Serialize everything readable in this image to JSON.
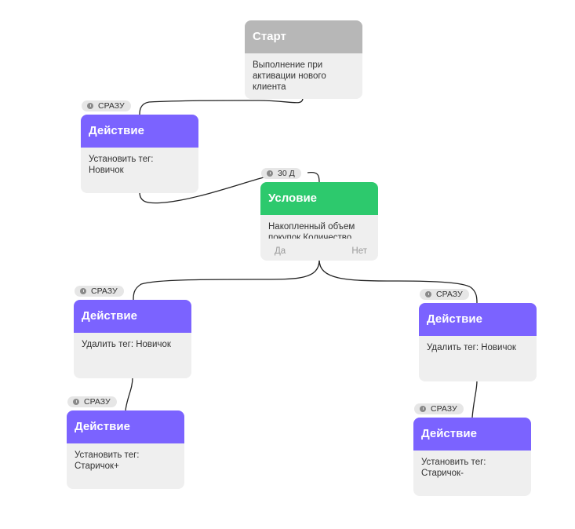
{
  "nodes": {
    "start": {
      "title": "Старт",
      "text": "Выполнение при активации нового клиента"
    },
    "action1": {
      "delay": "СРАЗУ",
      "title": "Действие",
      "text": "Установить тег: Новичок"
    },
    "condition": {
      "delay": "30 Д",
      "title": "Условие",
      "text": "Накопленный объем покупок Количество",
      "yes": "Да",
      "no": "Нет"
    },
    "action_yes": {
      "delay": "СРАЗУ",
      "title": "Действие",
      "text": "Удалить тег: Новичок"
    },
    "action_yes2": {
      "delay": "СРАЗУ",
      "title": "Действие",
      "text": "Установить тег: Старичок+"
    },
    "action_no": {
      "delay": "СРАЗУ",
      "title": "Действие",
      "text": "Удалить тег: Новичок"
    },
    "action_no2": {
      "delay": "СРАЗУ",
      "title": "Действие",
      "text": "Установить тег: Старичок-"
    }
  },
  "colors": {
    "start": "#b7b7b7",
    "action": "#7b63ff",
    "condition": "#2dc96d",
    "card": "#efefef",
    "connector": "#222222"
  },
  "icons": {
    "delay": "clock-icon"
  }
}
